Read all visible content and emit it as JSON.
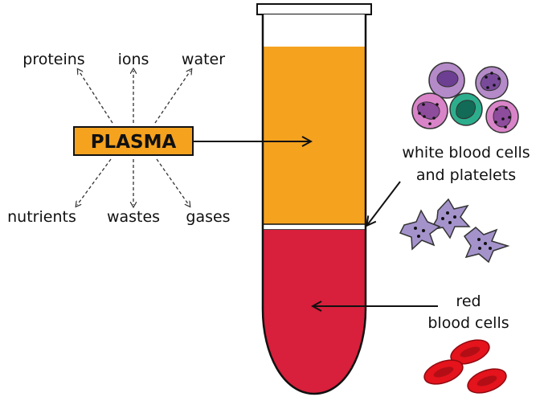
{
  "plasma_label": "PLASMA",
  "plasma_components": {
    "top": [
      "proteins",
      "ions",
      "water"
    ],
    "bottom": [
      "nutrients",
      "wastes",
      "gases"
    ]
  },
  "labels": {
    "wbc_line1": "white blood cells",
    "wbc_line2": "and platelets",
    "rbc_line1": "red",
    "rbc_line2": "blood cells"
  },
  "colors": {
    "plasma": "#F5A21F",
    "red_cells": "#D81F3B",
    "red_cell_icon": "#E4131C",
    "platelet": "#A493CB",
    "wbc_purple": "#A06BB6",
    "wbc_pink": "#D984C8",
    "wbc_teal": "#2CAE8D"
  }
}
